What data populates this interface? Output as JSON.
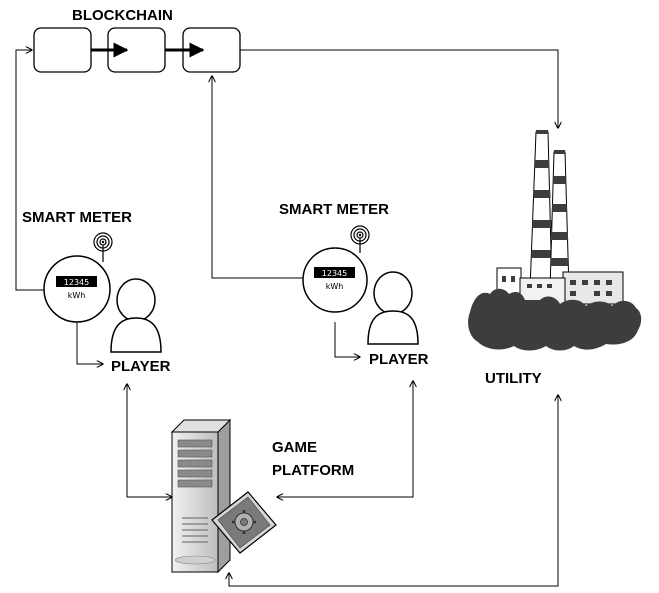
{
  "labels": {
    "blockchain": "BLOCKCHAIN",
    "smart_meter_1": "SMART METER",
    "smart_meter_2": "SMART METER",
    "player_1": "PLAYER",
    "player_2": "PLAYER",
    "utility": "UTILITY",
    "game_platform_line1": "GAME",
    "game_platform_line2": "PLATFORM"
  },
  "meter_1": {
    "reading": "12345",
    "unit": "kWh"
  },
  "meter_2": {
    "reading": "12345",
    "unit": "kWh"
  },
  "colors": {
    "stroke": "#000000",
    "factory": "#3d3d3d",
    "server": "#d9d9d9"
  }
}
